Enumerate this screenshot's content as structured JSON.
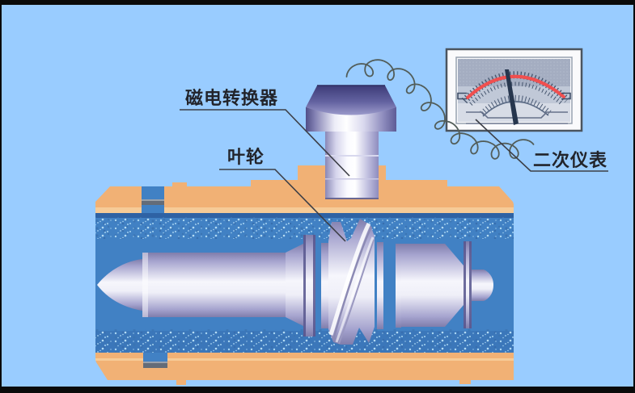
{
  "labels": {
    "converter": "磁电转换器",
    "impeller": "叶轮",
    "secondary_meter": "二次仪表"
  },
  "colors": {
    "background": "#99CCFF",
    "frame_border": "#0A0A0A",
    "pipe_body": "#F1B175",
    "pipe_highlight": "#F6CB97",
    "fluid": "#4181C4",
    "fluid_dark_edge": "#2E62A4",
    "fluid_speckle": "#A9D6F2",
    "slot_plug": "#646C78",
    "metal_light": "#F6F6FC",
    "metal_shadow": "#7F7DAB",
    "bolt_cap": "#3D3C78",
    "meter_frame": "#FAFAFC",
    "meter_face": "#A4ADC1",
    "meter_scale_red": "#F04F4F",
    "meter_needle": "#26364E",
    "label_text": "#22242B",
    "leader_line": "#3C3E46",
    "cable": "#525D59"
  }
}
